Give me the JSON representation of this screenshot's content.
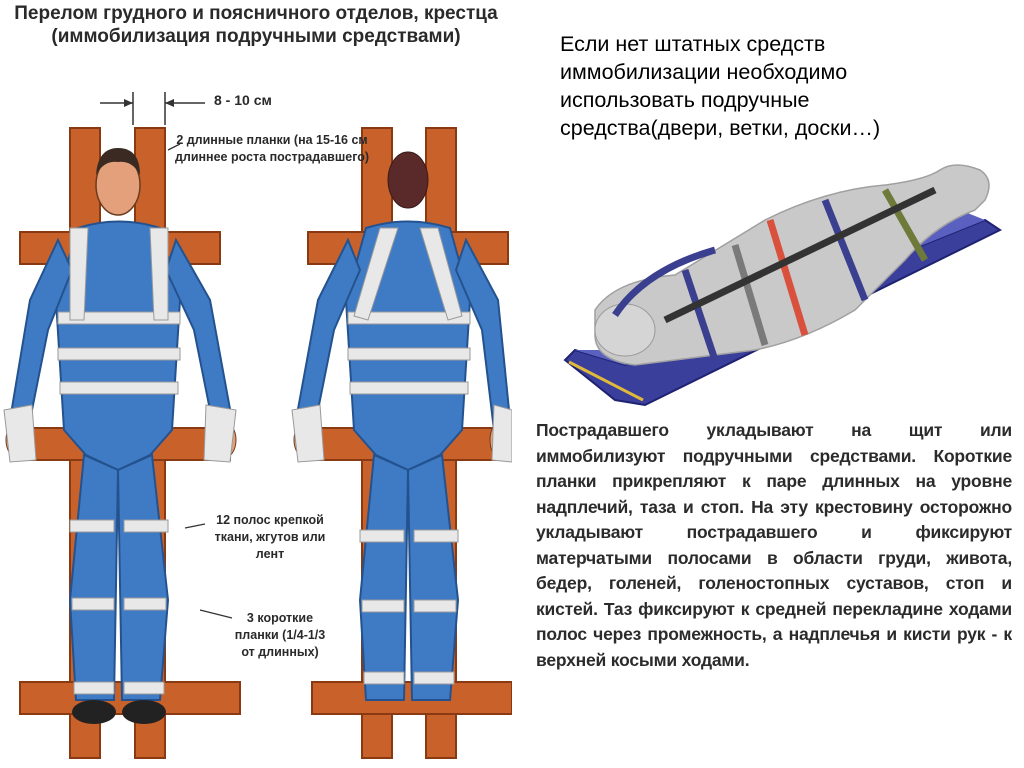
{
  "slide": {
    "illustration": {
      "title": "Перелом грудного и поясничного отделов, крестца (иммобилизация подручными средствами)",
      "labels": {
        "spacing": "8 - 10 см",
        "long_boards": "2 длинные планки (на 15-16 см длиннее роста пострадавшего)",
        "strips": "12 полос крепкой ткани, жгутов или лент",
        "short_boards": "3 короткие планки (1/4-1/3 от длинных)"
      }
    },
    "intro_text": "Если нет штатных средств иммобилизации необходимо использовать подручные средства(двери, ветки, доски…)",
    "instruction_text": "Пострадавшего укладывают на щит или иммобилизуют подручными средствами. Короткие планки прикрепляют к паре длинных на уровне надплечий, таза и стоп. На эту крестовину осторожно укладывают пострадавшего и фиксируют матерчатыми полосами в области груди, живота, бедер, голеней, голеностопных суставов, стоп и кистей. Таз фиксируют к средней перекладине ходами полос через промежность, а надплечья и кисти рук - к верхней косыми ходами.",
    "colors": {
      "board": "#c8622a",
      "board_dark": "#8a3a12",
      "suit": "#3f7bc4",
      "suit_dark": "#24528f",
      "bandage": "#e8e8e8",
      "stretcher_frame": "#3a3f9c",
      "wrap": "#c9c9c9"
    },
    "icons": [
      "front-figure-illustration",
      "back-figure-illustration",
      "stretcher-illustration"
    ]
  }
}
